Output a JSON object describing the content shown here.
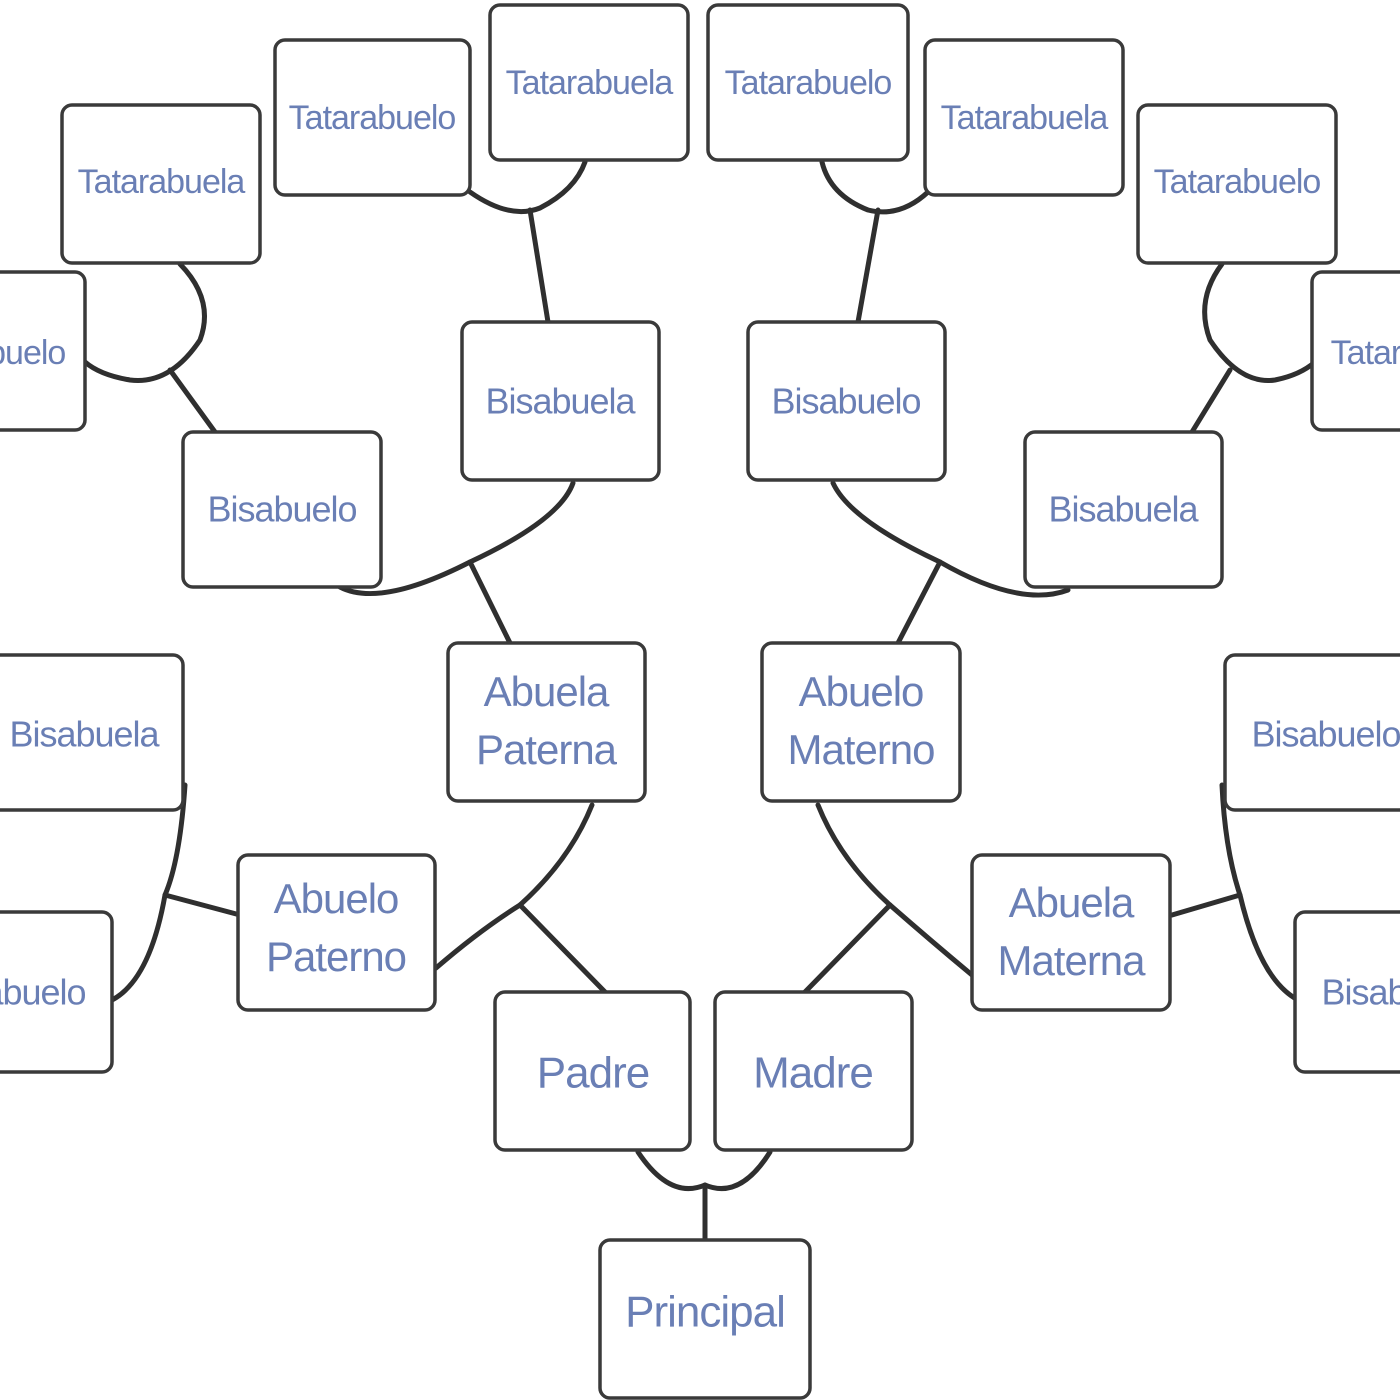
{
  "tree": {
    "nodes": {
      "principal": "Principal",
      "padre": "Padre",
      "madre": "Madre",
      "abuelo_paterno": [
        "Abuelo",
        "Paterno"
      ],
      "abuela_paterna": [
        "Abuela",
        "Paterna"
      ],
      "abuelo_materno": [
        "Abuelo",
        "Materno"
      ],
      "abuela_materna": [
        "Abuela",
        "Materna"
      ],
      "bisabuela_pp": "Bisabuela",
      "bisabuelo_pp": "Bisabuelo",
      "bisabuelo_pa": "Bisabuelo",
      "bisabuela_pa": "Bisabuela",
      "bisabuelo_ma": "Bisabuelo",
      "bisabuela_ma": "Bisabuela",
      "bisabuelo_mm": "Bisabuelo",
      "bisabuela_mm": "Bisabuela",
      "tatarabuelo_1": "Tatarabuelo",
      "tatarabuela_2": "Tatarabuela",
      "tatarabuelo_3": "Tatarabuelo",
      "tatarabuela_4": "Tatarabuela",
      "tatarabuelo_5": "Tatarabuelo",
      "tatarabuela_6": "Tatarabuela",
      "tatarabuelo_7": "Tatarabuelo",
      "tatarabuela_8": "Tatarabuela"
    }
  }
}
